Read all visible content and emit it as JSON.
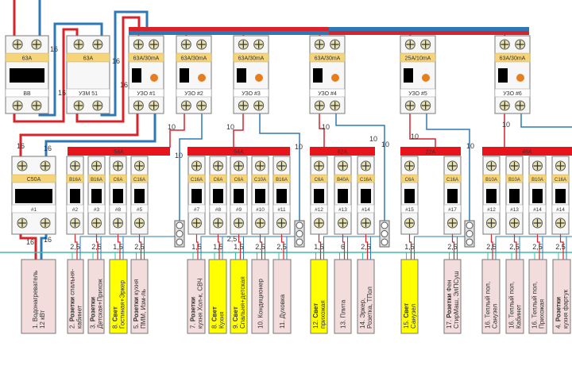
{
  "colors": {
    "phase": "#d9232a",
    "neutral": "#2e78b7",
    "earth": "#3fbfa0",
    "busbar": "#e8141b",
    "label": "#f6d57a",
    "load_socket": "#f2dcdc",
    "load_light": "#ffff00"
  },
  "top_devices": [
    {
      "rating": "63A",
      "name": "ВВ",
      "type": "switch"
    },
    {
      "rating": "63A",
      "name": "УЗМ 51",
      "type": "relay"
    },
    {
      "rating": "63A/30mA",
      "name": "УЗО #1",
      "type": "rcd"
    },
    {
      "rating": "63A/30mA",
      "name": "УЗО #2",
      "type": "rcd"
    },
    {
      "rating": "63A/30mA",
      "name": "УЗО #3",
      "type": "rcd"
    },
    {
      "rating": "63A/30mA",
      "name": "УЗО #4",
      "type": "rcd"
    },
    {
      "rating": "25A/10mA",
      "name": "УЗО #5",
      "type": "rcd"
    },
    {
      "rating": "63A/30mA",
      "name": "УЗО #6",
      "type": "rcd"
    }
  ],
  "busbars": [
    {
      "label": "54A"
    },
    {
      "label": "54A"
    },
    {
      "label": "62A"
    },
    {
      "label": "22A"
    },
    {
      "label": "46A"
    }
  ],
  "breakers": [
    {
      "rating": "C50A",
      "name": "#1",
      "gauge": "16"
    },
    {
      "rating": "B16A",
      "name": "#2",
      "gauge": "2,5"
    },
    {
      "rating": "B16A",
      "name": "#3",
      "gauge": "2,5"
    },
    {
      "rating": "C6A",
      "name": "#8",
      "gauge": "1,5"
    },
    {
      "rating": "C16A",
      "name": "#5",
      "gauge": "2,5"
    },
    {
      "rating": "C16A",
      "name": "#7",
      "gauge": "1,5"
    },
    {
      "rating": "C6A",
      "name": "#8",
      "gauge": "1,5"
    },
    {
      "rating": "C6A",
      "name": "#9",
      "gauge": "1,5"
    },
    {
      "rating": "C10A",
      "name": "#10",
      "gauge": "2,5"
    },
    {
      "rating": "B16A",
      "name": "#11",
      "gauge": "2,5"
    },
    {
      "rating": "C6A",
      "name": "#12",
      "gauge": "1,5"
    },
    {
      "rating": "B40A",
      "name": "#13",
      "gauge": "6"
    },
    {
      "rating": "C16A",
      "name": "#14",
      "gauge": "2,5"
    },
    {
      "rating": "C6A",
      "name": "#15",
      "gauge": "1,5"
    },
    {
      "rating": "C16A",
      "name": "#17",
      "gauge": "2,5"
    },
    {
      "rating": "B10A",
      "name": "#12",
      "gauge": "2,5"
    },
    {
      "rating": "B10A",
      "name": "#13",
      "gauge": "2,5"
    },
    {
      "rating": "B10A",
      "name": "#14",
      "gauge": "2,5"
    },
    {
      "rating": "C16A",
      "name": "#14",
      "gauge": "2,5"
    }
  ],
  "wire_labels": {
    "input": "16",
    "rcd_out": "10",
    "extra": "2,5"
  },
  "loads": [
    {
      "kind": "socket",
      "lines": [
        [
          "1. Водонагреватель"
        ],
        [
          "12 кВт"
        ]
      ]
    },
    {
      "kind": "socket",
      "lines": [
        [
          "2. ",
          "Розетки",
          " спальня-"
        ],
        [
          "кабинет"
        ]
      ]
    },
    {
      "kind": "socket",
      "lines": [
        [
          "3. ",
          "Розетки"
        ],
        [
          "Детская+Прихож"
        ]
      ]
    },
    {
      "kind": "light",
      "lines": [
        [
          "8. ",
          "Свет"
        ],
        [
          "Гостиная+Эркер"
        ]
      ]
    },
    {
      "kind": "socket",
      "lines": [
        [
          "5. ",
          "Розетки",
          " кухня"
        ],
        [
          "ПММ, Изм-ль"
        ]
      ]
    },
    {
      "kind": "socket",
      "lines": [
        [
          "7. ",
          "Розетки"
        ],
        [
          "кухня Хол-к, СВЧ"
        ]
      ]
    },
    {
      "kind": "light",
      "lines": [
        [
          "8. ",
          "Свет"
        ],
        [
          "Кухня"
        ]
      ]
    },
    {
      "kind": "light",
      "lines": [
        [
          "9. ",
          "Свет"
        ],
        [
          "Спальня+детская"
        ]
      ]
    },
    {
      "kind": "socket",
      "lines": [
        [
          "10. Кондиционер"
        ]
      ]
    },
    {
      "kind": "socket",
      "lines": [
        [
          "11. Духовка"
        ]
      ]
    },
    {
      "kind": "light",
      "lines": [
        [
          "12. ",
          "Свет"
        ],
        [
          "прихожая"
        ]
      ]
    },
    {
      "kind": "socket",
      "lines": [
        [
          "13. Плита"
        ]
      ]
    },
    {
      "kind": "socket",
      "lines": [
        [
          "14. Эркер,"
        ],
        [
          "Розетка, ТПол"
        ]
      ]
    },
    {
      "kind": "light",
      "lines": [
        [
          "15. ",
          "Свет"
        ],
        [
          "Санузел"
        ]
      ]
    },
    {
      "kind": "socket",
      "lines": [
        [
          "17. ",
          "Розетки",
          " Фен"
        ],
        [
          "СтирМаш, ЭлПСуш"
        ]
      ]
    },
    {
      "kind": "socket",
      "lines": [
        [
          "16. Теплый пол,"
        ],
        [
          "Санузел"
        ]
      ]
    },
    {
      "kind": "socket",
      "lines": [
        [
          "16. Теплый пол,"
        ],
        [
          "Кабинет"
        ]
      ]
    },
    {
      "kind": "socket",
      "lines": [
        [
          "16. Теплый пол,"
        ],
        [
          "Прихожая"
        ]
      ]
    },
    {
      "kind": "socket",
      "lines": [
        [
          "4. ",
          "Розетки"
        ],
        [
          "кухня фартук"
        ]
      ]
    }
  ]
}
